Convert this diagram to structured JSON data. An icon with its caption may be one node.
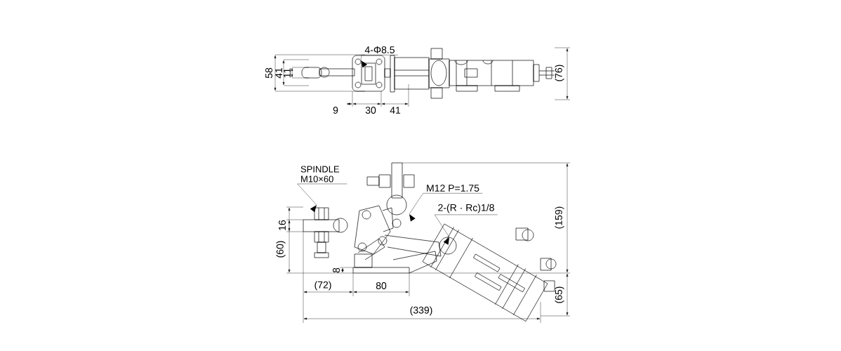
{
  "diagram": {
    "nodes": [
      {
        "text": [
          "4-Φ8.5"
        ]
      },
      {
        "text": [
          "SPINDLE M10×60"
        ]
      },
      {
        "text": [
          "M12 P=1.75"
        ]
      },
      {
        "text": [
          "2-(R · Rc)1/8"
        ]
      }
    ],
    "edges": [
      {
        "from": 0,
        "to": null,
        "arrow": "to"
      },
      {
        "from": 1,
        "to": null,
        "arrow": "to"
      },
      {
        "from": 2,
        "to": null,
        "arrow": "to"
      },
      {
        "from": 3,
        "to": null,
        "arrow": "to"
      }
    ],
    "labels": [
      "58",
      "41",
      "11",
      "9",
      "30",
      "41",
      "(76)",
      "16",
      "(60)",
      "8",
      "(72)",
      "80",
      "(339)",
      "(159)",
      "(65)"
    ]
  }
}
